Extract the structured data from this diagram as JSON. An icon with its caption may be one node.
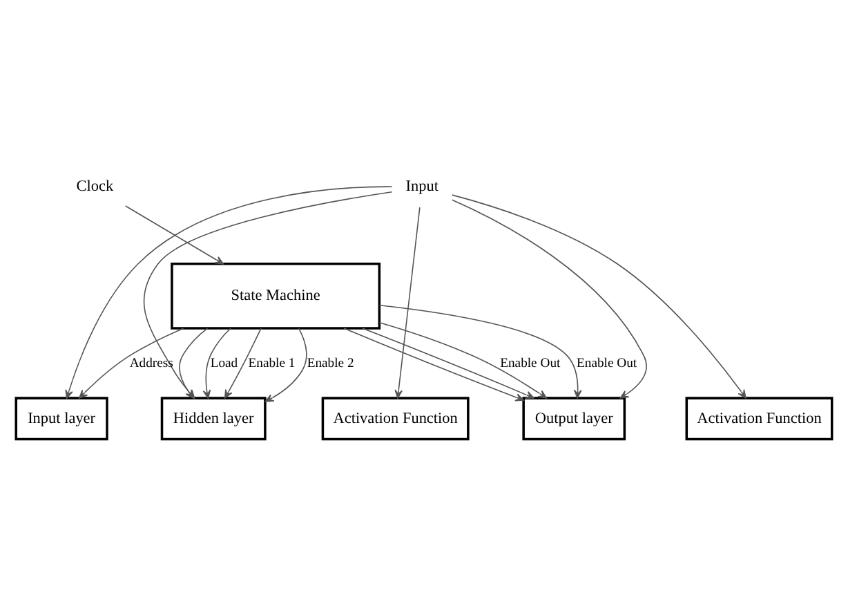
{
  "diagram": {
    "nodes": [
      {
        "text": [
          "Clock"
        ]
      },
      {
        "text": [
          "Input"
        ]
      },
      {
        "text": [
          "Input layer"
        ]
      },
      {
        "text": [
          "Hidden layer"
        ]
      },
      {
        "text": [
          "Activation Function"
        ]
      },
      {
        "text": [
          "Output layer"
        ]
      },
      {
        "text": [
          "Activation Function"
        ]
      },
      {
        "text": [
          "State Machine"
        ]
      }
    ],
    "edges": [
      {
        "from": 0,
        "to": 7,
        "arrow": "to"
      },
      {
        "from": 1,
        "to": 2,
        "arrow": "to"
      },
      {
        "from": 1,
        "to": 3,
        "arrow": "to"
      },
      {
        "from": 1,
        "to": 4,
        "arrow": "to"
      },
      {
        "from": 1,
        "to": 5,
        "arrow": "to"
      },
      {
        "from": 1,
        "to": 6,
        "arrow": "to"
      },
      {
        "from": 7,
        "to": 2,
        "arrow": "to",
        "label": "Address"
      },
      {
        "from": 7,
        "to": 3,
        "arrow": "to"
      },
      {
        "from": 7,
        "to": 5,
        "arrow": "to"
      },
      {
        "from": 7,
        "to": 3,
        "arrow": "to",
        "label": "Load"
      },
      {
        "from": 7,
        "to": 5,
        "arrow": "to"
      },
      {
        "from": 7,
        "to": 3,
        "arrow": "to",
        "label": "Enable 1"
      },
      {
        "from": 7,
        "to": 3,
        "arrow": "to",
        "label": "Enable 2"
      },
      {
        "from": 7,
        "to": 5,
        "arrow": "to",
        "label": "Enable Out"
      },
      {
        "from": 7,
        "to": 5,
        "arrow": "to",
        "label": "Enable Out"
      }
    ]
  }
}
